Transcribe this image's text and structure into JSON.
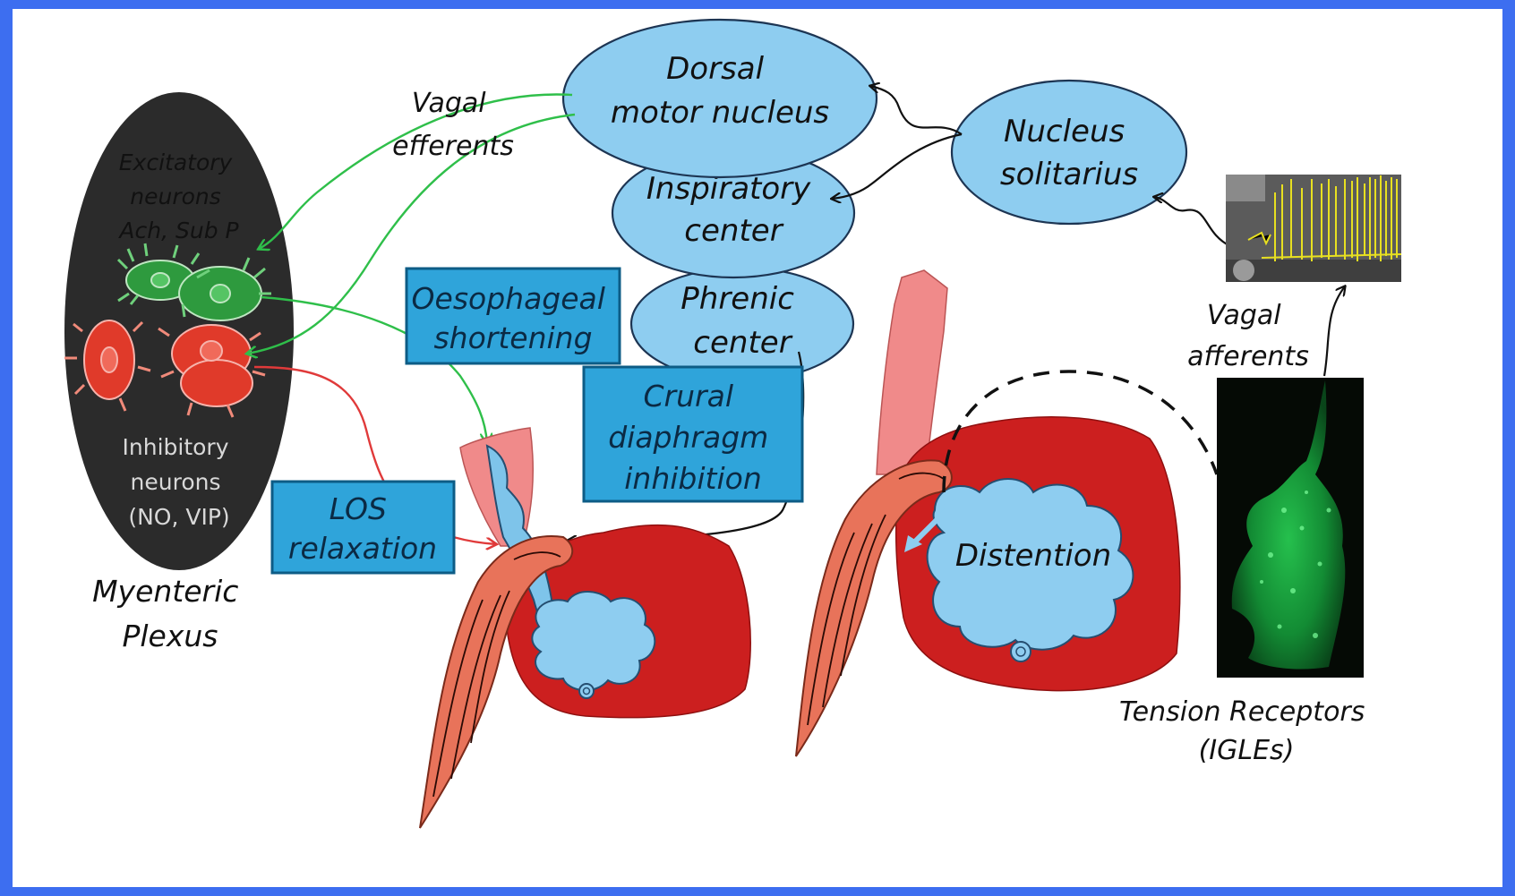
{
  "nodes": {
    "dorsal_motor": [
      "Dorsal",
      "motor nucleus"
    ],
    "inspiratory": [
      "Inspiratory",
      "center"
    ],
    "phrenic": [
      "Phrenic",
      "center"
    ],
    "nucleus_solitarius": [
      "Nucleus",
      "solitarius"
    ]
  },
  "labels": {
    "vagal_efferents": [
      "Vagal",
      "efferents"
    ],
    "vagal_afferents": [
      "Vagal",
      "afferents"
    ],
    "excitatory": [
      "Excitatory",
      "neurons",
      "Ach, Sub P"
    ],
    "inhibitory": [
      "Inhibitory",
      "neurons",
      "(NO, VIP)"
    ],
    "myenteric": [
      "Myenteric",
      "Plexus"
    ],
    "tension": [
      "Tension Receptors",
      "(IGLEs)"
    ],
    "distention": "Distention"
  },
  "boxes": {
    "oesophageal": [
      "Oesophageal",
      "shortening"
    ],
    "crural": [
      "Crural",
      "diaphragm",
      "inhibition"
    ],
    "los": [
      "LOS",
      "relaxation"
    ]
  },
  "colors": {
    "background_border": "#3d6ef0",
    "node_fill": "#8ecdf0",
    "box_fill": "#2fa4da",
    "excitatory_green": "#2e9a3e",
    "inhibitory_red": "#e03a2a",
    "stomach_red": "#cc1f1f",
    "esophagus_pink": "#f08a8a",
    "trace_yellow": "#e8e020",
    "igle_green": "#1fbf4a"
  }
}
